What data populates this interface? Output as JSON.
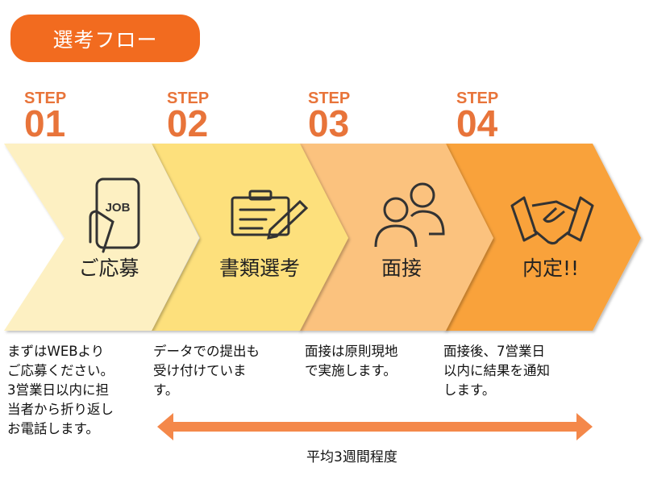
{
  "title": "選考フロー",
  "step_prefix": "STEP",
  "steps": [
    {
      "num": "01",
      "label": "ご応募",
      "icon": "smartphone-job-icon",
      "icon_text": "JOB",
      "desc": [
        "まずはWEBより",
        "ご応募ください。",
        "3営業日以内に担",
        "当者から折り返し",
        "お電話します。"
      ],
      "color": "#FDF0C2"
    },
    {
      "num": "02",
      "label": "書類選考",
      "icon": "clipboard-pen-icon",
      "desc": [
        "データでの提出も",
        "受け付けていま",
        "す。"
      ],
      "color": "#FDE07C"
    },
    {
      "num": "03",
      "label": "面接",
      "icon": "people-icon",
      "desc": [
        "面接は原則現地",
        "で実施します。"
      ],
      "color": "#FBC27E"
    },
    {
      "num": "04",
      "label": "内定!!",
      "icon": "handshake-icon",
      "desc": [
        "面接後、7営業日",
        "以内に結果を通知",
        "します。"
      ],
      "color": "#F9A23A"
    }
  ],
  "duration": "平均3週間程度",
  "colors": {
    "accent": "#F26B1F",
    "step_text": "#E8743A",
    "arrow": "#F4884A"
  }
}
